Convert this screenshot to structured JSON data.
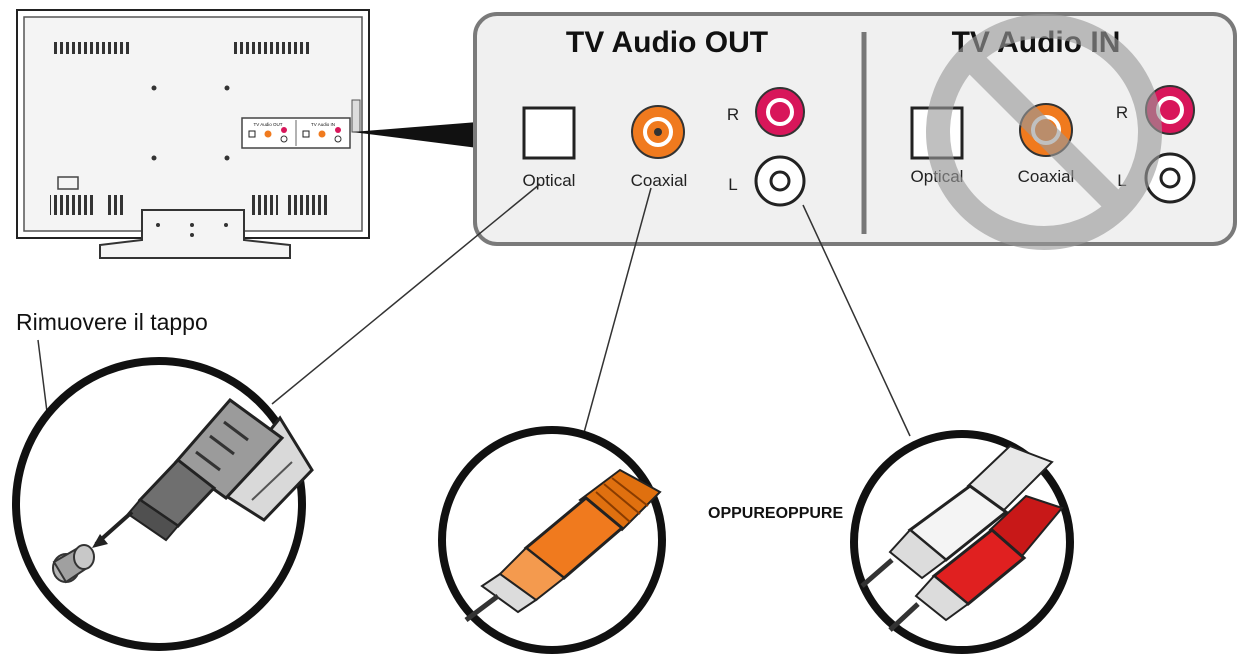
{
  "panel": {
    "out_title": "TV Audio OUT",
    "in_title": "TV Audio IN",
    "out_ports": {
      "optical": "Optical",
      "coaxial": "Coaxial",
      "right": "R",
      "left": "L"
    },
    "in_ports": {
      "optical": "Optical",
      "coaxial": "Coaxial",
      "right": "R",
      "left": "L"
    }
  },
  "tv_thumbnail": {
    "out_title": "TV Audio OUT",
    "in_title": "TV Audio IN"
  },
  "instructions": {
    "remove_cap": "Rimuovere il tappo",
    "or_label": "OPPUREOPPURE"
  },
  "colors": {
    "panel_fill": "#f0f0f0",
    "panel_stroke": "#7a7a7a",
    "coax_orange": "#f07a1e",
    "rca_red": "#d8165a",
    "prohibited_gray": "#9a9a9a"
  },
  "icons": [
    "tv-back-icon",
    "optical-plug-icon",
    "optical-cap-icon",
    "coaxial-plug-icon",
    "rca-plug-pair-icon",
    "prohibited-icon"
  ]
}
